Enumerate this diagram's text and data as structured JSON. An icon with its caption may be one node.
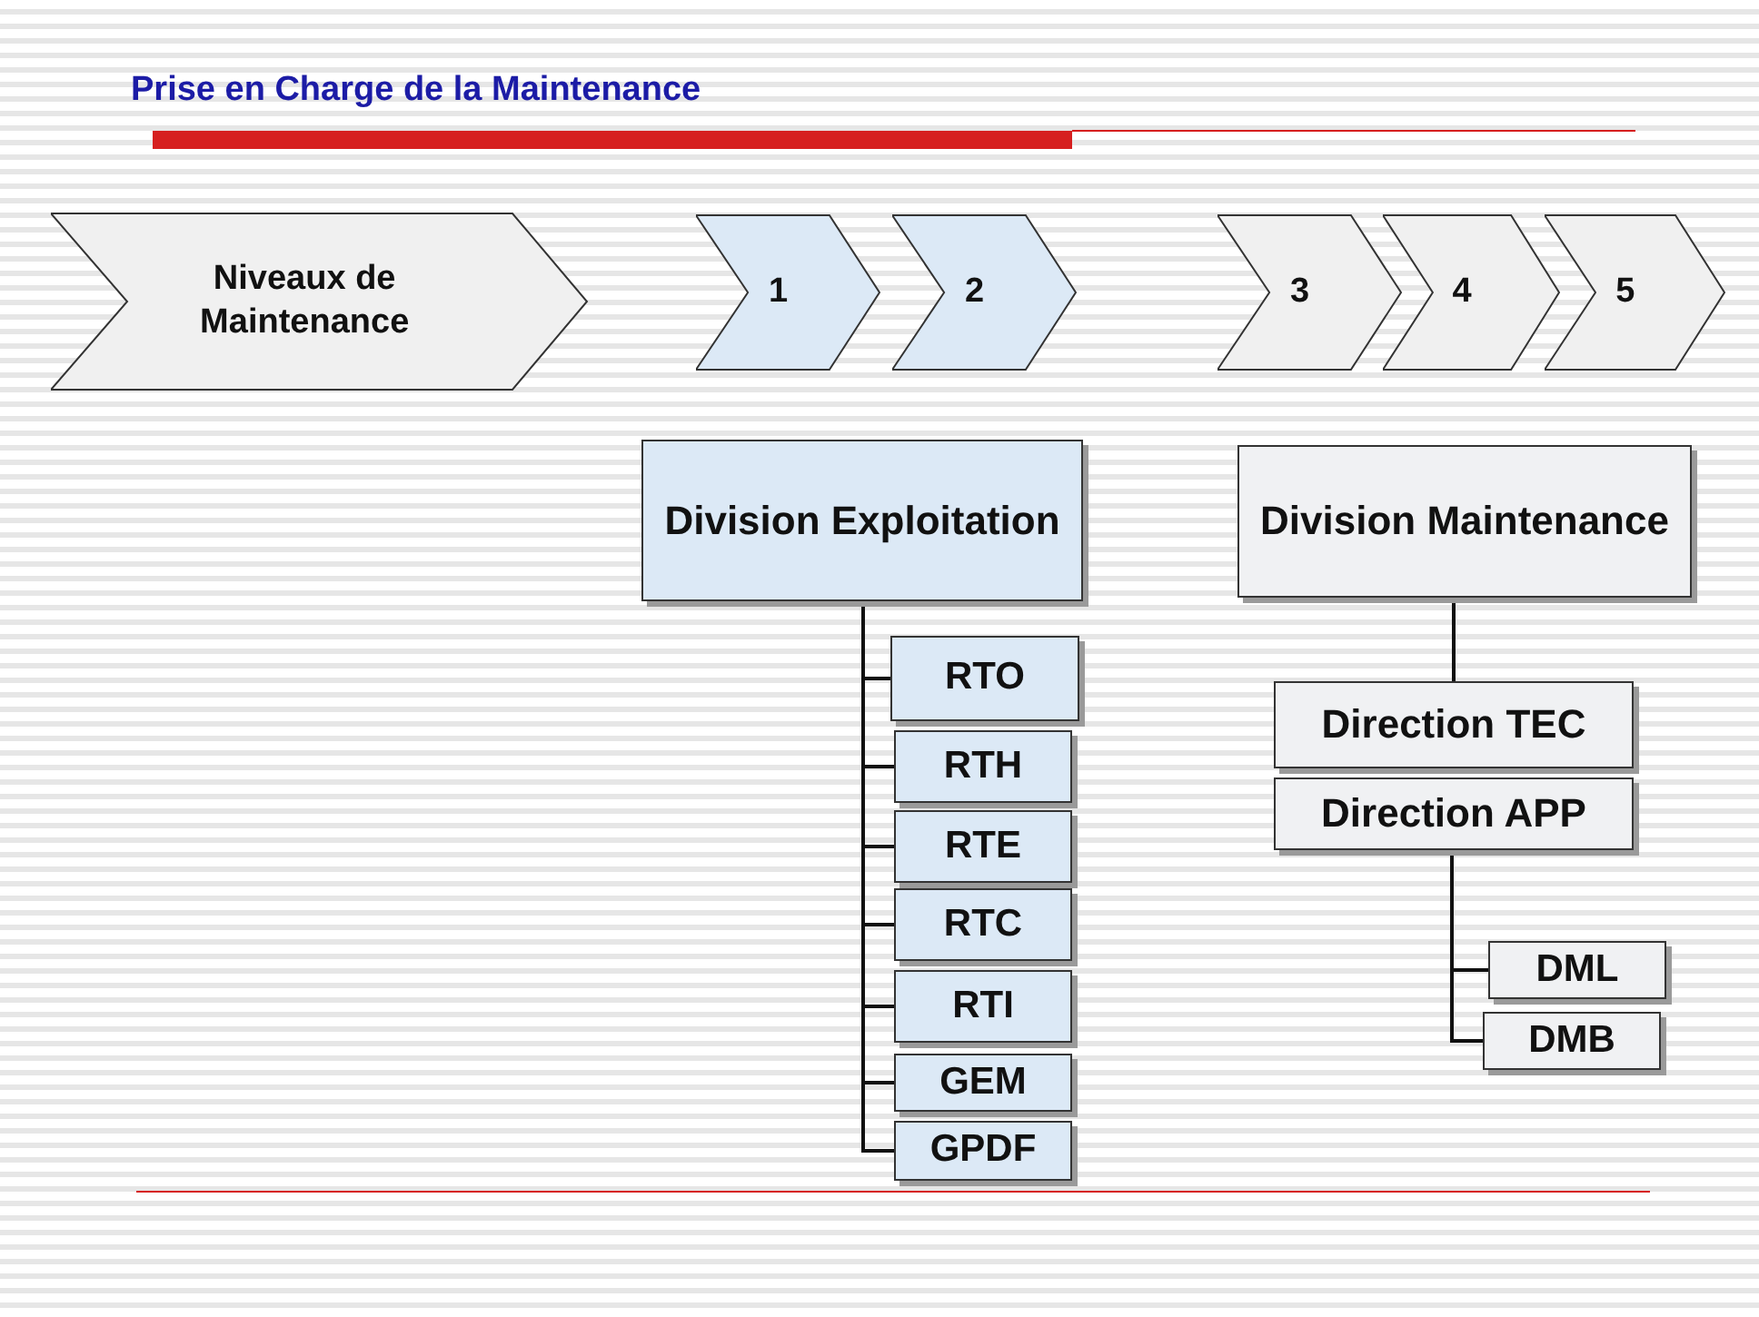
{
  "diagram": {
    "title": "Prise en Charge de la Maintenance",
    "nodes": [
      {
        "text": [
          "Niveaux de Maintenance"
        ]
      },
      {
        "text": [
          "1"
        ]
      },
      {
        "text": [
          "2"
        ]
      },
      {
        "text": [
          "3"
        ]
      },
      {
        "text": [
          "4"
        ]
      },
      {
        "text": [
          "5"
        ]
      },
      {
        "text": [
          "Division Exploitation"
        ]
      },
      {
        "text": [
          "RTO"
        ]
      },
      {
        "text": [
          "RTH"
        ]
      },
      {
        "text": [
          "RTE"
        ]
      },
      {
        "text": [
          "RTC"
        ]
      },
      {
        "text": [
          "RTI"
        ]
      },
      {
        "text": [
          "GEM"
        ]
      },
      {
        "text": [
          "GPDF"
        ]
      },
      {
        "text": [
          "Division Maintenance"
        ]
      },
      {
        "text": [
          "Direction TEC"
        ]
      },
      {
        "text": [
          "Direction APP"
        ]
      },
      {
        "text": [
          "DML"
        ]
      },
      {
        "text": [
          "DMB"
        ]
      }
    ],
    "edges": [
      {
        "from": 6,
        "to": 7,
        "arrow": "none"
      },
      {
        "from": 6,
        "to": 8,
        "arrow": "none"
      },
      {
        "from": 6,
        "to": 9,
        "arrow": "none"
      },
      {
        "from": 6,
        "to": 10,
        "arrow": "none"
      },
      {
        "from": 6,
        "to": 11,
        "arrow": "none"
      },
      {
        "from": 6,
        "to": 12,
        "arrow": "none"
      },
      {
        "from": 6,
        "to": 13,
        "arrow": "none"
      },
      {
        "from": 14,
        "to": 15,
        "arrow": "none"
      },
      {
        "from": 16,
        "to": 17,
        "arrow": "none"
      },
      {
        "from": 16,
        "to": 18,
        "arrow": "none"
      }
    ]
  }
}
